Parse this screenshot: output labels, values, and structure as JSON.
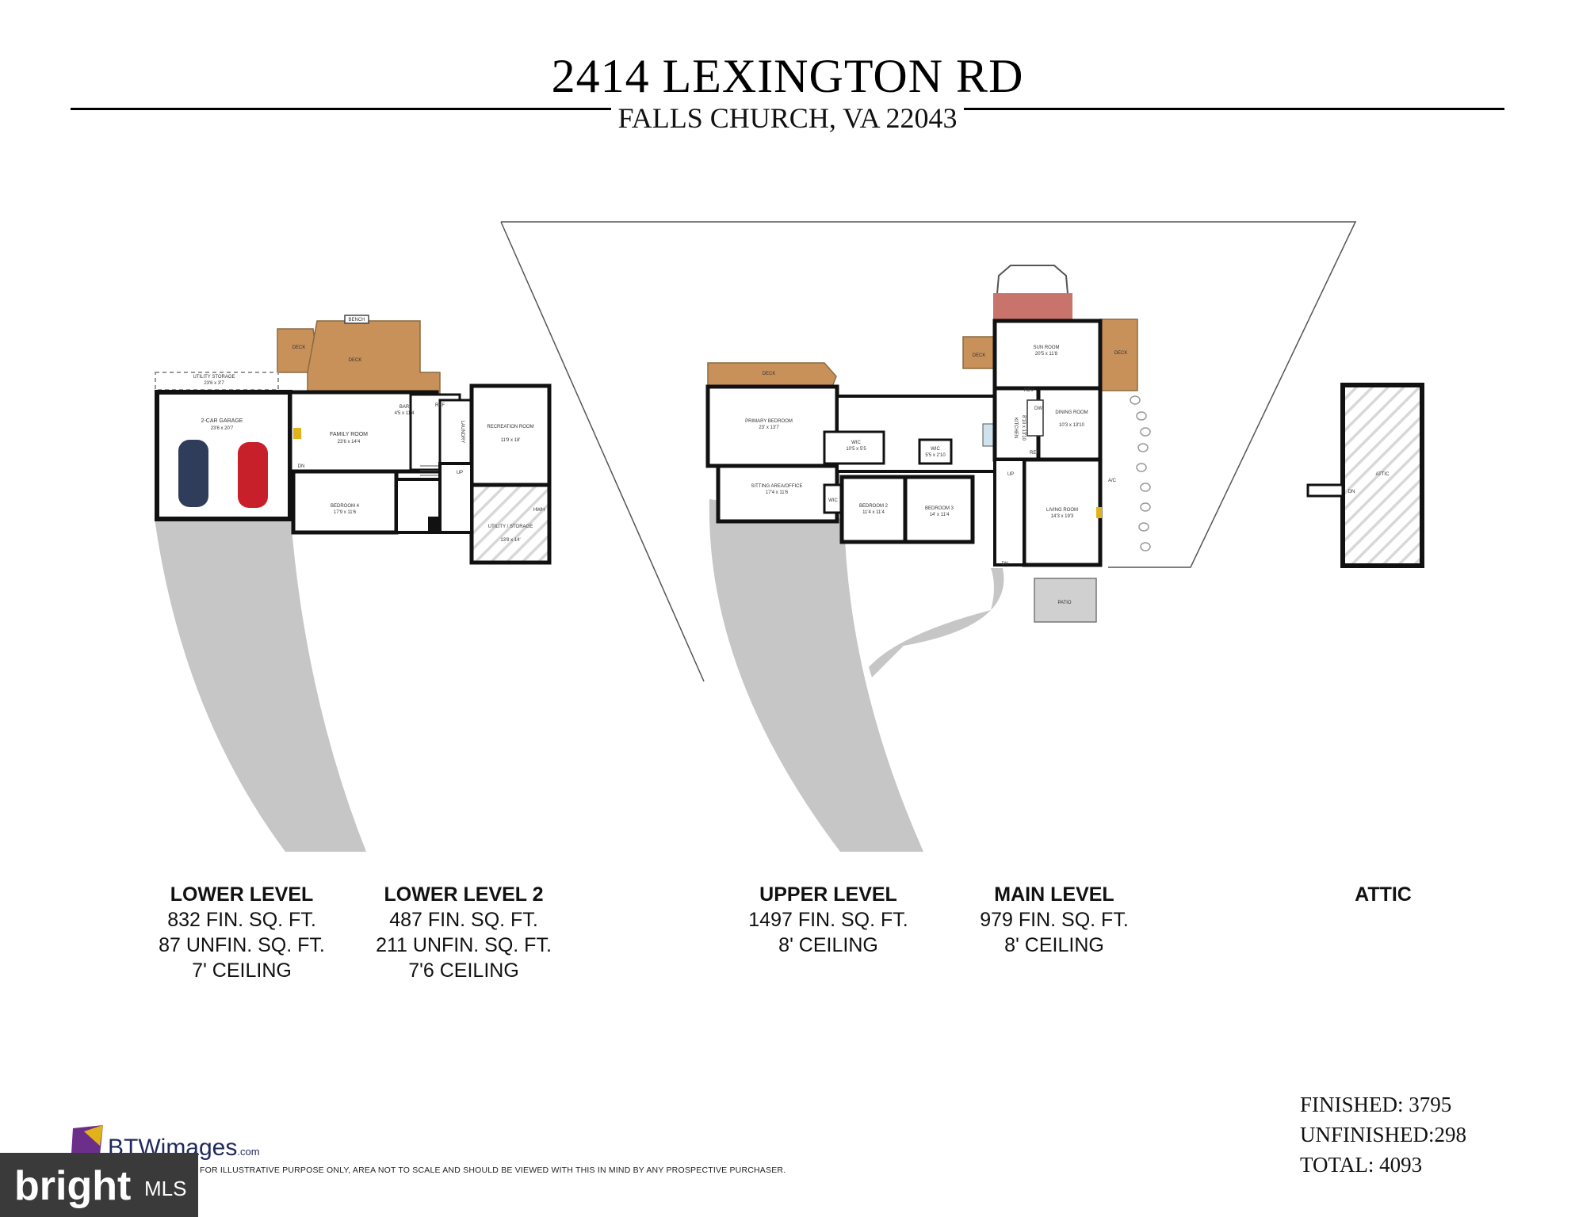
{
  "header": {
    "address": "2414 LEXINGTON RD",
    "city": "FALLS CHURCH, VA 22043"
  },
  "rooms": {
    "garage": {
      "name": "2-CAR GARAGE",
      "dim": "23'6 x 20'7"
    },
    "utility_storage_top": {
      "name": "UTILITY STORAGE",
      "dim": "23'6 x 3'7"
    },
    "deck_a": "DECK",
    "deck_b": "DECK",
    "bench": "BENCH",
    "family_room": {
      "name": "FAMILY ROOM",
      "dim": "23'6 x 14'4"
    },
    "bar": {
      "name": "BAR",
      "dim": "4'5 x 11'4"
    },
    "laundry": "LAUNDRY",
    "recreation_room": {
      "name": "RECREATION ROOM",
      "dim": "11'9 x 18'"
    },
    "bedroom4": {
      "name": "BEDROOM 4",
      "dim": "17'9 x 11'6"
    },
    "utility_storage": {
      "name": "UTILITY / STORAGE",
      "dim": "13'8 x 14'"
    },
    "deck_upper": "DECK",
    "primary_bedroom": {
      "name": "PRIMARY BEDROOM",
      "dim": "23' x 13'7"
    },
    "wic1": {
      "name": "WIC",
      "dim": "10'5 x 5'5"
    },
    "wic2": {
      "name": "WIC",
      "dim": "5'5 x 2'10"
    },
    "wic3": "WIC",
    "sitting_area": {
      "name": "SITTING AREA/OFFICE",
      "dim": "17'4 x 11'6"
    },
    "bedroom2": {
      "name": "BEDROOM 2",
      "dim": "11'4 x 11'4"
    },
    "bedroom3": {
      "name": "BEDROOM 3",
      "dim": "14' x 11'4"
    },
    "sun_room": {
      "name": "SUN ROOM",
      "dim": "20'5 x 11'8"
    },
    "deck_main_left": "DECK",
    "deck_main_right": "DECK",
    "kitchen": {
      "name": "KITCHEN",
      "dim": "8'10 x 13'10"
    },
    "dining_room": {
      "name": "DINING ROOM",
      "dim": "10'3 x 13'10"
    },
    "living_room": {
      "name": "LIVING ROOM",
      "dim": "14'3 x 19'3"
    },
    "ref": "REF",
    "dw": "DW",
    "rev": "REV",
    "ac": "A/C",
    "patio": "PATIO",
    "attic": "ATTIC",
    "up": "UP",
    "dn": "DN",
    "ref_small": "REF",
    "hwh": "HWH"
  },
  "levels": [
    {
      "name": "LOWER LEVEL",
      "lines": [
        "832 FIN. SQ. FT.",
        "87 UNFIN. SQ. FT.",
        "7' CEILING"
      ]
    },
    {
      "name": "LOWER LEVEL 2",
      "lines": [
        "487 FIN. SQ. FT.",
        "211 UNFIN. SQ. FT.",
        "7'6 CEILING"
      ]
    },
    {
      "name": "UPPER LEVEL",
      "lines": [
        "1497 FIN. SQ. FT.",
        "8' CEILING"
      ]
    },
    {
      "name": "MAIN LEVEL",
      "lines": [
        "979 FIN. SQ. FT.",
        "8' CEILING"
      ]
    },
    {
      "name": "ATTIC",
      "lines": []
    }
  ],
  "totals": {
    "finished": "FINISHED: 3795",
    "unfinished": "UNFINISHED:298",
    "total": "TOTAL: 4093"
  },
  "branding": {
    "btw": "BTWimages",
    "btw_suffix": ".com",
    "bright": "bright",
    "mls": "MLS",
    "disclaimer": "FOR ILLUSTRATIVE PURPOSE ONLY, AREA NOT TO SCALE AND SHOULD BE VIEWED WITH THIS IN MIND BY ANY PROSPECTIVE PURCHASER."
  },
  "colors": {
    "wall": "#111111",
    "deck": "#c9915a",
    "roof": "#c8736b",
    "driveway": "#bdbdbd",
    "car_blue": "#2f3d5a",
    "car_red": "#c8202a",
    "accent_purple": "#6b2f8a",
    "accent_yellow": "#e2b21a"
  }
}
